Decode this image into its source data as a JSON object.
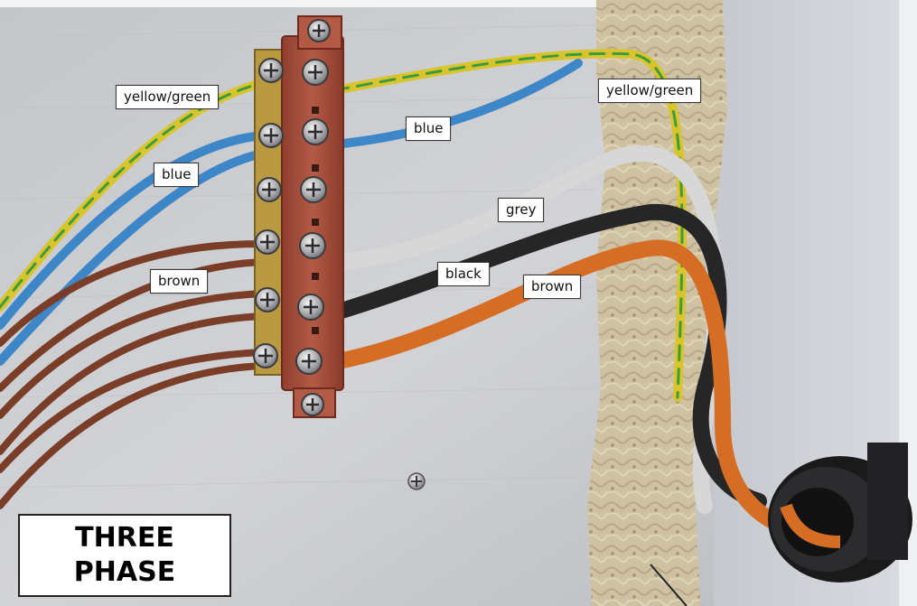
{
  "labels": {
    "left_yellow_green": "yellow/green",
    "left_blue": "blue",
    "left_brown": "brown",
    "right_yellow_green": "yellow/green",
    "right_blue": "blue",
    "right_grey": "grey",
    "right_black": "black",
    "right_brown": "brown"
  },
  "title": {
    "line1": "THREE",
    "line2": "PHASE"
  },
  "colors": {
    "metal_plate": "#c8c9cc",
    "terminal_block": "#a8513e",
    "wire_yellow": "#d8c52e",
    "wire_green": "#3f9a3c",
    "wire_blue": "#3d86c8",
    "wire_brown": "#7a3d27",
    "wire_grey": "#d7d7d7",
    "wire_black": "#262626",
    "wire_orange": "#d66d24",
    "insulation": "#cbbd9c"
  }
}
